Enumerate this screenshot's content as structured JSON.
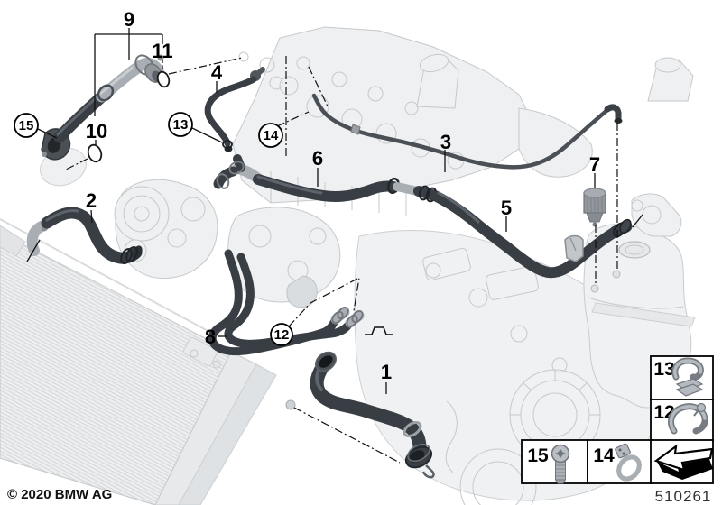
{
  "footer": {
    "copyright": "© 2020 BMW AG",
    "diagram_number": "510261"
  },
  "callouts": {
    "c1": {
      "label": "1",
      "circled": false
    },
    "c2": {
      "label": "2",
      "circled": false
    },
    "c3": {
      "label": "3",
      "circled": false
    },
    "c4": {
      "label": "4",
      "circled": false
    },
    "c5": {
      "label": "5",
      "circled": false
    },
    "c6": {
      "label": "6",
      "circled": false
    },
    "c7": {
      "label": "7",
      "circled": false
    },
    "c8": {
      "label": "8",
      "circled": false
    },
    "c9": {
      "label": "9",
      "circled": false
    },
    "c10": {
      "label": "10",
      "circled": false
    },
    "c11": {
      "label": "11",
      "circled": false
    },
    "c12": {
      "label": "12",
      "circled": true
    },
    "c13": {
      "label": "13",
      "circled": true
    },
    "c14": {
      "label": "14",
      "circled": true
    },
    "c15": {
      "label": "15",
      "circled": true
    }
  },
  "legend": {
    "items": [
      {
        "label": "13",
        "icon": "retaining-clip-icon"
      },
      {
        "label": "12",
        "icon": "spring-band-clamp-icon"
      },
      {
        "label": "15",
        "icon": "torx-screw-icon"
      },
      {
        "label": "14",
        "icon": "hose-clamp-icon"
      },
      {
        "icon": "direction-arrow-icon"
      }
    ]
  },
  "colors": {
    "hose_dark": "#383e44",
    "metal_gray": "#a8aeb3",
    "faint_machinery": "#c6c9cc",
    "line_black": "#111111"
  }
}
